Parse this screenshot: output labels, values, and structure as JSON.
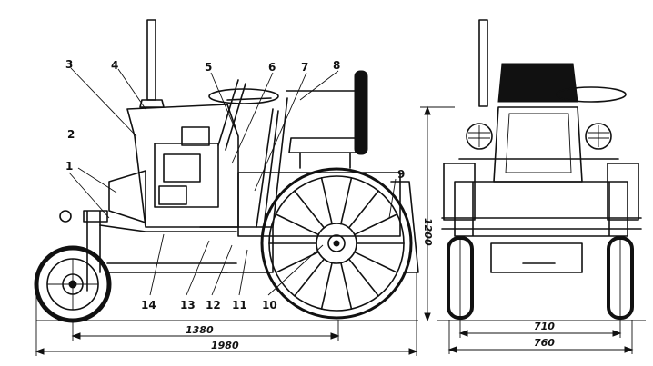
{
  "callouts": [
    "1",
    "2",
    "3",
    "4",
    "5",
    "6",
    "7",
    "8",
    "9",
    "10",
    "11",
    "12",
    "13",
    "14"
  ],
  "dimensions": {
    "wheelbase": "1380",
    "overall_length": "1980",
    "height": "1200",
    "track_width": "710",
    "overall_width": "760"
  }
}
